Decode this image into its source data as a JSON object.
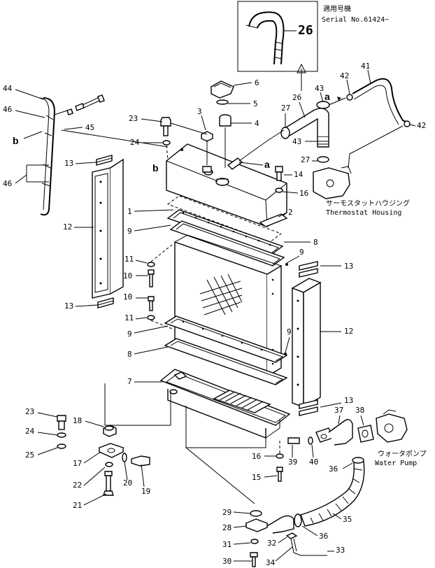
{
  "header": {
    "serial_label_jp": "適用号機",
    "serial_label_en": "Serial No.61424~"
  },
  "captions": {
    "thermostat_jp": "サーモスタットハウジング",
    "thermostat_en": "Thermostat Housing",
    "water_pump_jp": "ウォータポンプ",
    "water_pump_en": "Water Pump"
  },
  "view_markers": {
    "a": "a",
    "b": "b"
  },
  "inset": {
    "callout": "26"
  },
  "callouts": [
    "1",
    "2",
    "3",
    "4",
    "5",
    "6",
    "7",
    "8",
    "9",
    "10",
    "11",
    "12",
    "13",
    "14",
    "15",
    "16",
    "17",
    "18",
    "19",
    "20",
    "21",
    "22",
    "23",
    "24",
    "25",
    "26",
    "27",
    "28",
    "29",
    "30",
    "31",
    "32",
    "33",
    "34",
    "35",
    "36",
    "37",
    "38",
    "39",
    "40",
    "41",
    "42",
    "43",
    "44",
    "45",
    "46"
  ],
  "labels": {
    "l1": "1",
    "l2": "2",
    "l3": "3",
    "l4": "4",
    "l5": "5",
    "l6": "6",
    "l7": "7",
    "l8a": "8",
    "l8b": "8",
    "l9a": "9",
    "l9b": "9",
    "l9c": "9",
    "l9d": "9",
    "l10a": "10",
    "l10b": "10",
    "l11a": "11",
    "l11b": "11",
    "l12a": "12",
    "l12b": "12",
    "l13a": "13",
    "l13b": "13",
    "l13c": "13",
    "l13d": "13",
    "l14": "14",
    "l15": "15",
    "l16a": "16",
    "l16b": "16",
    "l17": "17",
    "l18": "18",
    "l19": "19",
    "l20": "20",
    "l21": "21",
    "l22": "22",
    "l23a": "23",
    "l23b": "23",
    "l24a": "24",
    "l24b": "24",
    "l25": "25",
    "l26": "26",
    "l27a": "27",
    "l27b": "27",
    "l28": "28",
    "l29": "29",
    "l30": "30",
    "l31": "31",
    "l32": "32",
    "l33": "33",
    "l34": "34",
    "l35": "35",
    "l36a": "36",
    "l36b": "36",
    "l37": "37",
    "l38": "38",
    "l39": "39",
    "l40": "40",
    "l41": "41",
    "l42a": "42",
    "l42b": "42",
    "l43a": "43",
    "l43b": "43",
    "l44": "44",
    "l45": "45",
    "l46a": "46",
    "l46b": "46"
  }
}
